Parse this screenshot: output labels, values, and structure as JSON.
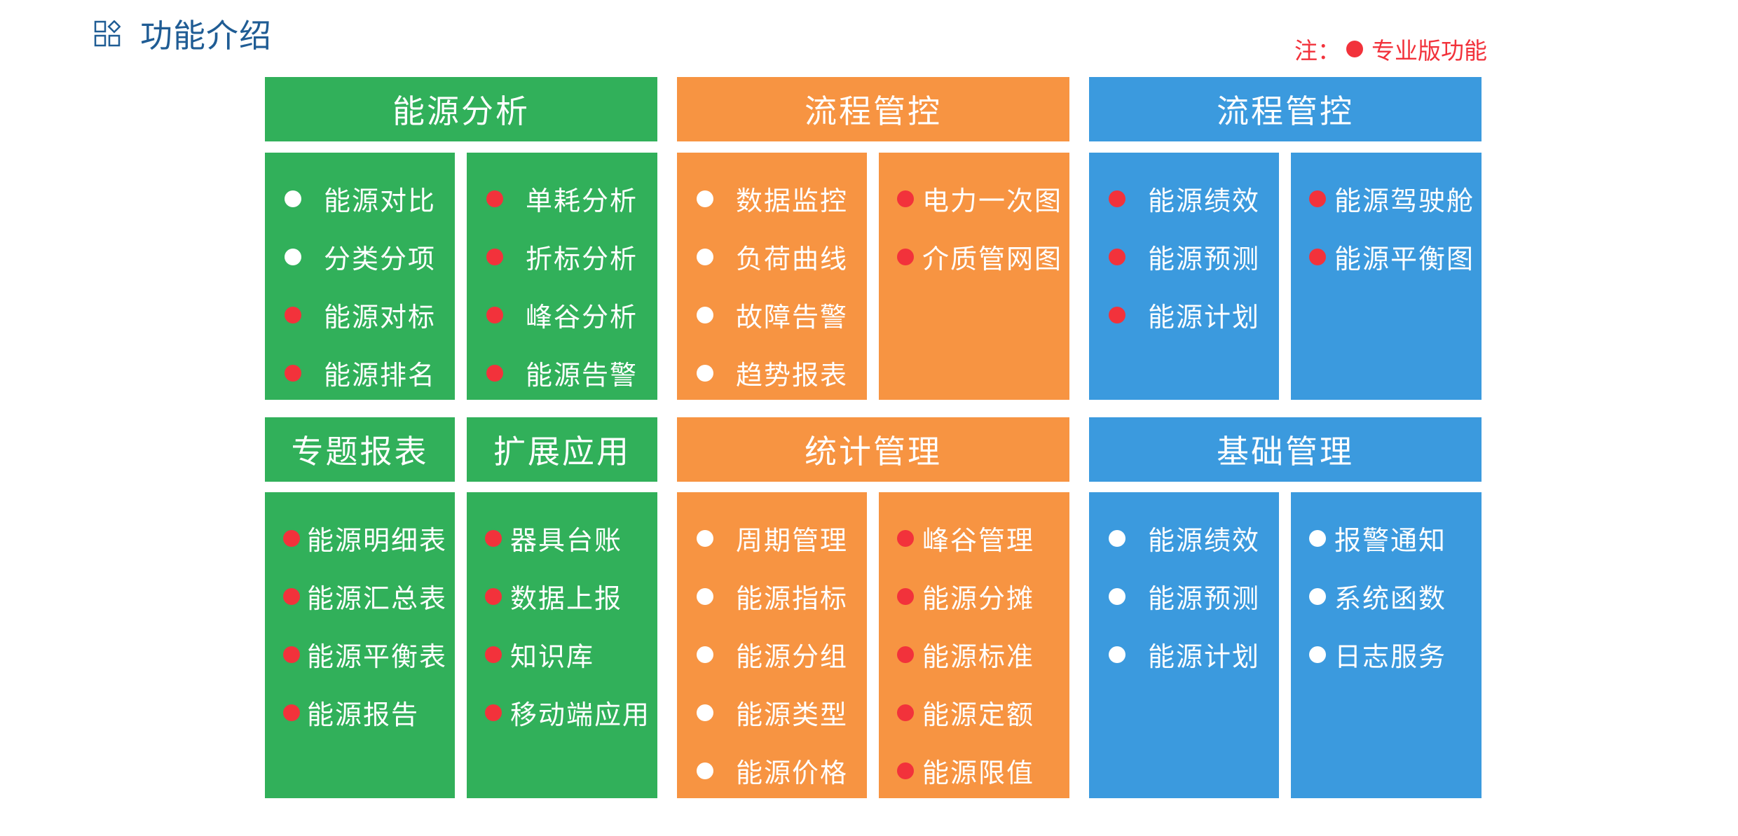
{
  "header": {
    "title": "功能介绍",
    "note_prefix": "注：",
    "note_label": "专业版功能"
  },
  "colors": {
    "green": "#31b05a",
    "orange": "#f79442",
    "blue": "#3b9ade",
    "title_blue": "#1f5c94",
    "pro_red": "#f2323b",
    "basic_white": "#ffffff"
  },
  "icons": {
    "title_icon": "grid-shapes-icon",
    "bullet": "dot-icon"
  },
  "sections": {
    "energy_analysis": {
      "title": "能源分析",
      "col1": [
        {
          "label": "能源对比",
          "pro": false
        },
        {
          "label": "分类分项",
          "pro": false
        },
        {
          "label": "能源对标",
          "pro": true
        },
        {
          "label": "能源排名",
          "pro": true
        }
      ],
      "col2": [
        {
          "label": "单耗分析",
          "pro": true
        },
        {
          "label": "折标分析",
          "pro": true
        },
        {
          "label": "峰谷分析",
          "pro": true
        },
        {
          "label": "能源告警",
          "pro": true
        }
      ]
    },
    "process_control": {
      "title": "流程管控",
      "col1": [
        {
          "label": "数据监控",
          "pro": false
        },
        {
          "label": "负荷曲线",
          "pro": false
        },
        {
          "label": "故障告警",
          "pro": false
        },
        {
          "label": "趋势报表",
          "pro": false
        }
      ],
      "col2": [
        {
          "label": "电力一次图",
          "pro": true
        },
        {
          "label": "介质管网图",
          "pro": true
        }
      ]
    },
    "process_control_2": {
      "title": "流程管控",
      "col1": [
        {
          "label": "能源绩效",
          "pro": true
        },
        {
          "label": "能源预测",
          "pro": true
        },
        {
          "label": "能源计划",
          "pro": true
        }
      ],
      "col2": [
        {
          "label": "能源驾驶舱",
          "pro": true
        },
        {
          "label": "能源平衡图",
          "pro": true
        }
      ]
    },
    "special_reports": {
      "title": "专题报表",
      "items": [
        {
          "label": "能源明细表",
          "pro": true
        },
        {
          "label": "能源汇总表",
          "pro": true
        },
        {
          "label": "能源平衡表",
          "pro": true
        },
        {
          "label": "能源报告",
          "pro": true
        }
      ]
    },
    "extended_apps": {
      "title": "扩展应用",
      "items": [
        {
          "label": "器具台账",
          "pro": true
        },
        {
          "label": "数据上报",
          "pro": true
        },
        {
          "label": "知识库",
          "pro": true
        },
        {
          "label": "移动端应用",
          "pro": true
        }
      ]
    },
    "statistics": {
      "title": "统计管理",
      "col1": [
        {
          "label": "周期管理",
          "pro": false
        },
        {
          "label": "能源指标",
          "pro": false
        },
        {
          "label": "能源分组",
          "pro": false
        },
        {
          "label": "能源类型",
          "pro": false
        },
        {
          "label": "能源价格",
          "pro": false
        }
      ],
      "col2": [
        {
          "label": "峰谷管理",
          "pro": true
        },
        {
          "label": "能源分摊",
          "pro": true
        },
        {
          "label": "能源标准",
          "pro": true
        },
        {
          "label": "能源定额",
          "pro": true
        },
        {
          "label": "能源限值",
          "pro": true
        }
      ]
    },
    "basic_management": {
      "title": "基础管理",
      "col1": [
        {
          "label": "能源绩效",
          "pro": false
        },
        {
          "label": "能源预测",
          "pro": false
        },
        {
          "label": "能源计划",
          "pro": false
        }
      ],
      "col2": [
        {
          "label": "报警通知",
          "pro": false
        },
        {
          "label": "系统函数",
          "pro": false
        },
        {
          "label": "日志服务",
          "pro": false
        }
      ]
    }
  }
}
